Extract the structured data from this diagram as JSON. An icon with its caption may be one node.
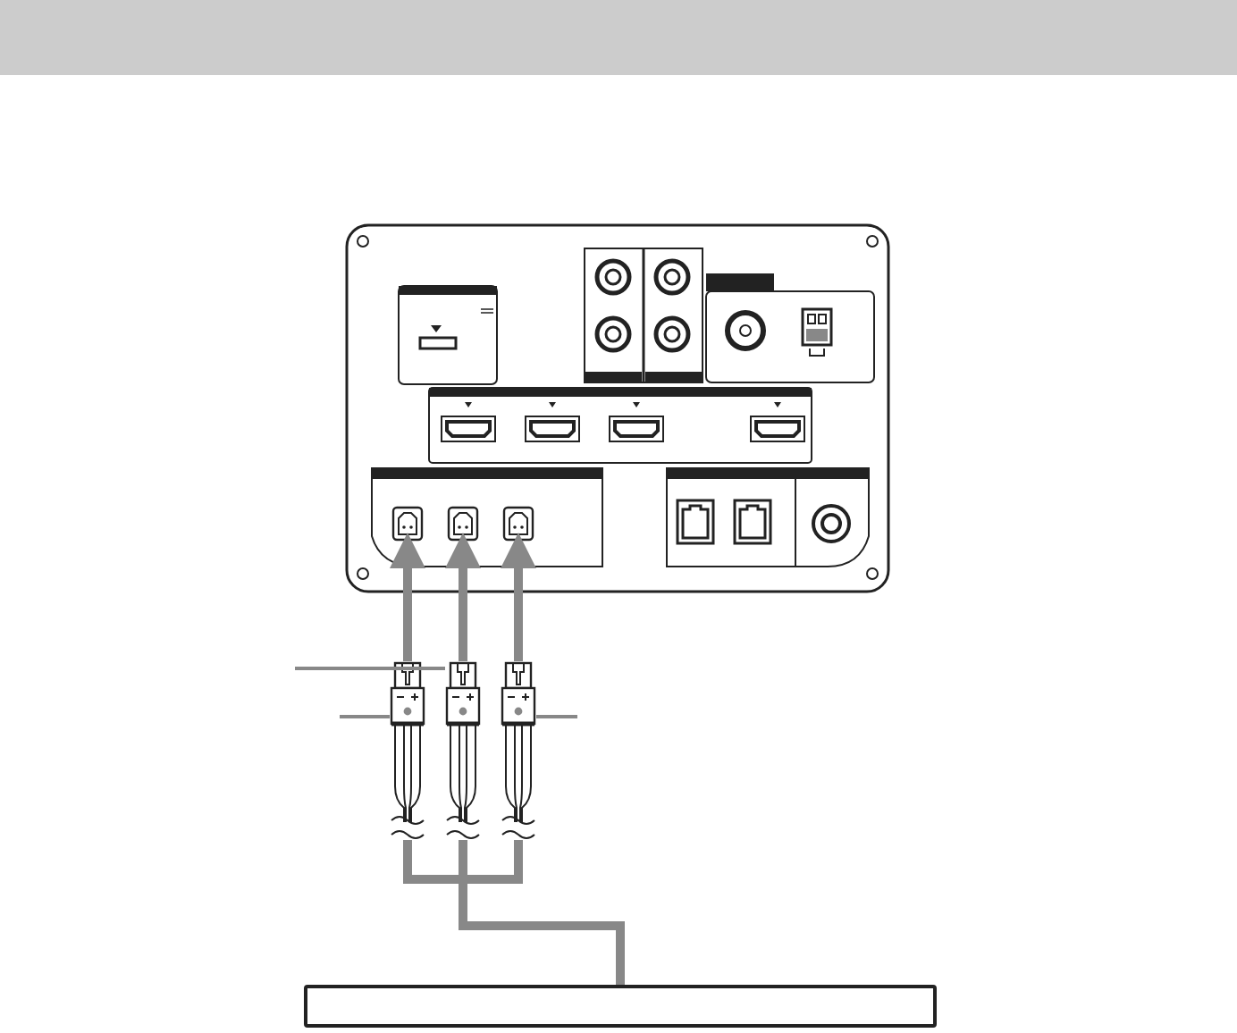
{
  "diagram": {
    "nodes": [
      {
        "text": [],
        "shape": "box"
      },
      {
        "text": [],
        "shape": "box",
        "in": 0
      },
      {
        "text": [],
        "shape": "box",
        "in": 0
      },
      {
        "text": [],
        "shape": "box",
        "in": 0
      },
      {
        "text": [],
        "shape": "box"
      },
      {
        "text": [],
        "shape": "box"
      },
      {
        "text": [],
        "shape": "box"
      },
      {
        "text": [],
        "shape": "bar"
      }
    ],
    "edges": [
      {
        "from": 4,
        "to": 1,
        "arrow": "to"
      },
      {
        "from": 5,
        "to": 2,
        "arrow": "to"
      },
      {
        "from": 6,
        "to": 3,
        "arrow": "to"
      },
      {
        "from": 7,
        "to": 4,
        "arrow": "none"
      },
      {
        "from": 7,
        "to": 5,
        "arrow": "none"
      },
      {
        "from": 7,
        "to": 6,
        "arrow": "none"
      },
      {
        "from": null,
        "to": 5,
        "arrow": "none"
      },
      {
        "from": null,
        "to": 4,
        "arrow": "none"
      },
      {
        "from": null,
        "to": 6,
        "arrow": "none"
      }
    ]
  }
}
